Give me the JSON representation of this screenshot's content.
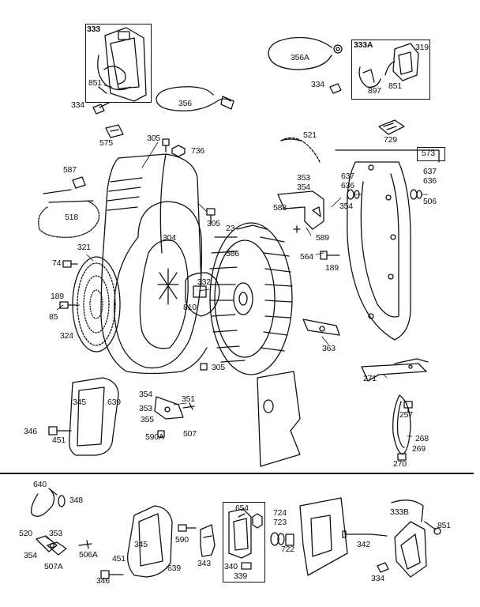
{
  "diagram": {
    "labels": {
      "l333": "333",
      "l851a": "851",
      "l334a": "334",
      "l356a": "356A",
      "l356": "356",
      "l333a": "333A",
      "l319": "319",
      "l851b": "851",
      "l897": "897",
      "l334b": "334",
      "l575": "575",
      "l305a": "305",
      "l736": "736",
      "l521": "521",
      "l729": "729",
      "l573": "573",
      "l587": "587",
      "l353a": "353",
      "l354a": "354",
      "l637a": "637",
      "l636a": "636",
      "l354b": "354",
      "l637b": "637",
      "l636b": "636",
      "l506": "506",
      "l518": "518",
      "l305b": "305",
      "l304": "304",
      "l23": "23",
      "l588": "588",
      "l589": "589",
      "l321": "321",
      "l586": "586",
      "l564": "564",
      "l189a": "189",
      "l74": "74",
      "l332": "332",
      "l189b": "189",
      "l85": "85",
      "l810": "810",
      "l324": "324",
      "l363": "363",
      "l305c": "305",
      "l271": "271",
      "l257": "257",
      "l345a": "345",
      "l639a": "639",
      "l354c": "354",
      "l351": "351",
      "l353b": "353",
      "l355": "355",
      "l346a": "346",
      "l451a": "451",
      "l590a": "590A",
      "l507": "507",
      "l268": "268",
      "l269": "269",
      "l270": "270",
      "l640": "640",
      "l348": "348",
      "l654": "654",
      "l724": "724",
      "l723": "723",
      "l333b": "333B",
      "l851c": "851",
      "l520": "520",
      "l353c": "353",
      "l354d": "354",
      "l507a": "507A",
      "l506a": "506A",
      "l345b": "345",
      "l590": "590",
      "l451b": "451",
      "l346b": "346",
      "l639b": "639",
      "l343": "343",
      "l340": "340",
      "l722": "722",
      "l342": "342",
      "l339": "339",
      "l334c": "334"
    }
  }
}
